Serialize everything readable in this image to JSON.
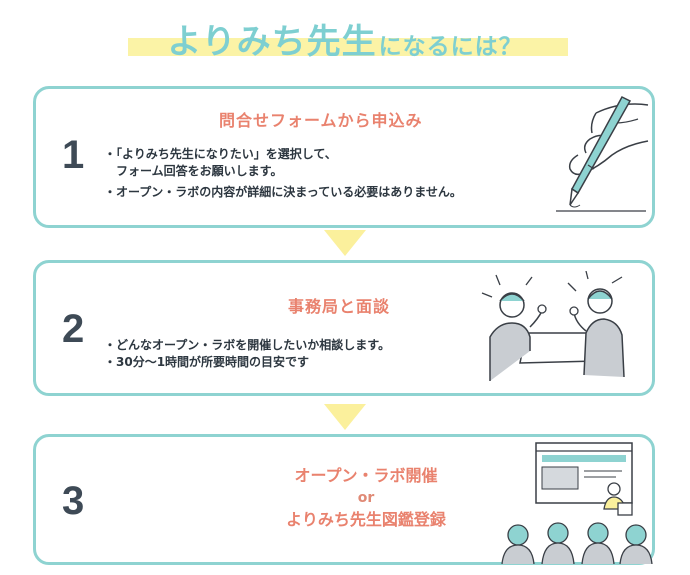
{
  "title": {
    "main": "よりみち先生",
    "sub": "になるには？"
  },
  "steps": [
    {
      "number": "1",
      "heading": "問合せフォームから申込み",
      "bullets": [
        "・「よりみち先生になりたい」を選択して、",
        "フォーム回答をお願いします。",
        "・オープン・ラボの内容が詳細に決まっている必要はありません。"
      ],
      "illustration": "hand-writing-pen-icon"
    },
    {
      "number": "2",
      "heading": "事務局と面談",
      "bullets": [
        "・どんなオープン・ラボを開催したいか相談します。",
        "・30分～1時間が所要時間の目安です"
      ],
      "illustration": "meeting-people-icon"
    },
    {
      "number": "3",
      "heading_lines": [
        "オープン・ラボ開催",
        "or",
        "よりみち先生図鑑登録"
      ],
      "illustration": "lecture-audience-icon"
    }
  ],
  "colors": {
    "accent_teal": "#8ed3d1",
    "title_teal": "#7ecfd1",
    "heading_coral": "#e9826e",
    "highlight_yellow": "#fbf3a6",
    "arrow_yellow": "#fbf09c"
  }
}
